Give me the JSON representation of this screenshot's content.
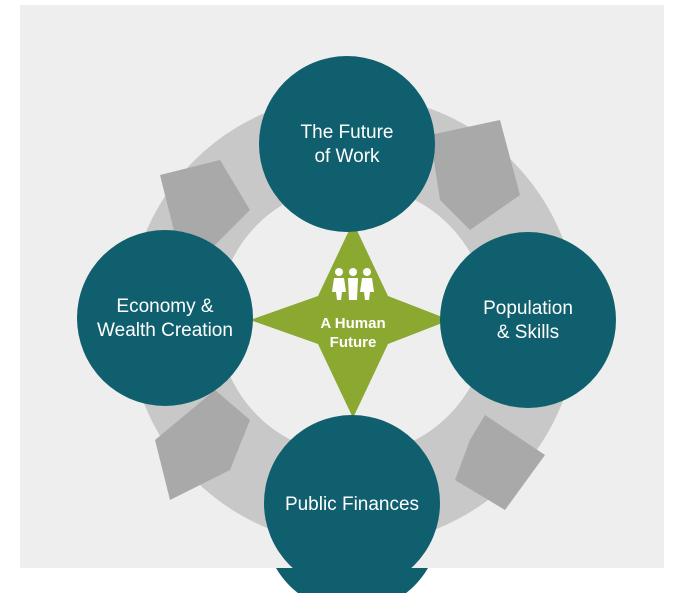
{
  "diagram": {
    "center": {
      "line1": "A Human",
      "line2": "Future",
      "icon": "people-icon"
    },
    "nodes": [
      {
        "id": "future-of-work",
        "line1": "The Future",
        "line2": "of Work"
      },
      {
        "id": "population-skills",
        "line1": "Population",
        "line2": "& Skills"
      },
      {
        "id": "public-finances",
        "line1": "Public Finances",
        "line2": ""
      },
      {
        "id": "economy-wealth",
        "line1": "Economy &",
        "line2": "Wealth Creation"
      }
    ]
  },
  "colors": {
    "panel": "#eeeeee",
    "ring_light": "#c8c8c8",
    "ring_dark": "#a6a6a6",
    "node": "#0f5f6e",
    "center": "#8ba830",
    "text": "#ffffff"
  }
}
